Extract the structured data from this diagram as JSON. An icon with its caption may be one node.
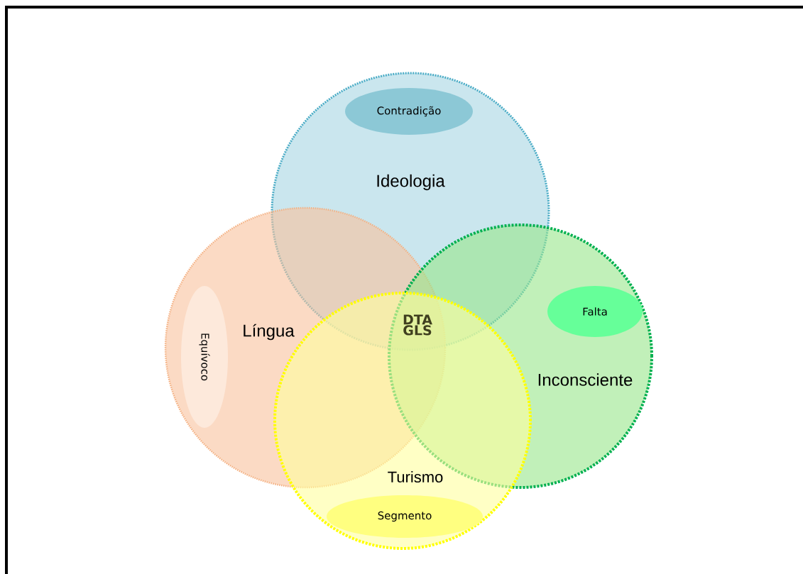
{
  "diagram": {
    "nodes": [
      {
        "text": [
          "Ideologia"
        ]
      },
      {
        "text": [
          "Contradição"
        ],
        "in": 0
      },
      {
        "text": [
          "Língua"
        ]
      },
      {
        "text": [
          "Equívoco"
        ],
        "in": 2
      },
      {
        "text": [
          "Inconsciente"
        ]
      },
      {
        "text": [
          "Falta"
        ],
        "in": 4
      },
      {
        "text": [
          "Turismo"
        ]
      },
      {
        "text": [
          "Segmento"
        ],
        "in": 6
      }
    ],
    "labels": [
      "DTA GLS"
    ]
  }
}
